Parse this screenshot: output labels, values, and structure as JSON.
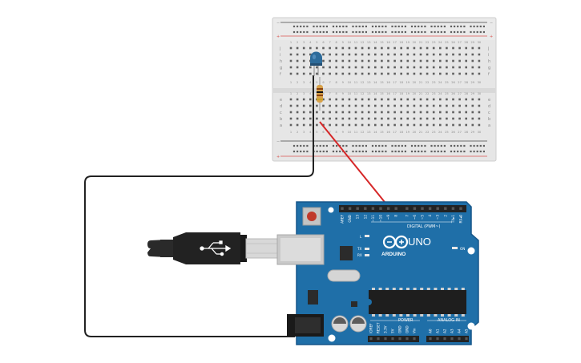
{
  "breadcrumb_rows_top": [
    "j",
    "i",
    "h",
    "g",
    "f"
  ],
  "breadcrumb_rows_bottom": [
    "e",
    "d",
    "c",
    "b",
    "a"
  ],
  "breadboard": {
    "rail_plus": "+",
    "rail_minus": "−",
    "column_numbers": [
      "1",
      "2",
      "3",
      "4",
      "5",
      "6",
      "7",
      "8",
      "9",
      "10",
      "11",
      "12",
      "13",
      "14",
      "15",
      "16",
      "17",
      "18",
      "19",
      "20",
      "21",
      "22",
      "23",
      "24",
      "25",
      "26",
      "27",
      "28",
      "29",
      "30"
    ]
  },
  "arduino": {
    "brand": "ARDUINO",
    "model": "UNO",
    "digital_label": "DIGITAL (PWM~)",
    "power_label": "POWER",
    "analog_label": "ANALOG IN",
    "on_label": "ON",
    "l_label": "L",
    "tx_label": "TX",
    "rx_label": "RX",
    "digital_pins": [
      "AREF",
      "GND",
      "13",
      "12",
      "~11",
      "~10",
      "~9",
      "8",
      "7",
      "~6",
      "~5",
      "4",
      "~3",
      "2",
      "TX▸1",
      "RX◂0"
    ],
    "power_pins": [
      "IOREF",
      "RESET",
      "3.3V",
      "5V",
      "GND",
      "GND",
      "Vin"
    ],
    "analog_pins": [
      "A0",
      "A1",
      "A2",
      "A3",
      "A4",
      "A5"
    ]
  },
  "colors": {
    "board": "#1f6fa8",
    "board_edge": "#17578a",
    "breadboard": "#e6e6e6",
    "rail_red": "#d9534f",
    "wire_red": "#d62728",
    "wire_black": "#222222",
    "led": "#2d6b9a",
    "resistor": "#d8a24a"
  }
}
